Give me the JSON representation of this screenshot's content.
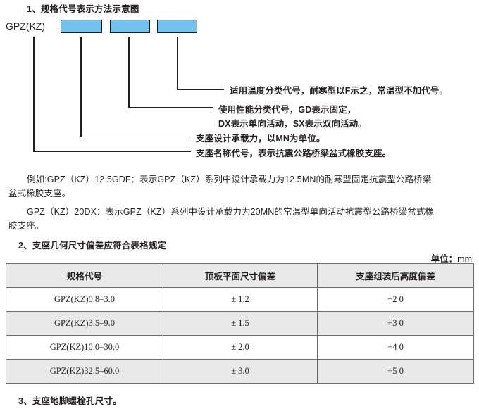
{
  "sections": {
    "heading_1": "1、规格代号表示方法示意图",
    "heading_2": "2、支座几何尺寸偏差应符合表格规定",
    "heading_3": "3、支座地脚螺栓孔尺寸。"
  },
  "diagram": {
    "prefix_label": "GPZ(KZ)",
    "box_color": "#72c2ec",
    "boxes": [
      {
        "name": "box-1",
        "value": ""
      },
      {
        "name": "box-2",
        "value": ""
      },
      {
        "name": "box-3",
        "value": ""
      }
    ],
    "annotations": [
      {
        "id": "anno-1",
        "text": "适用温度分类代号，耐寒型以F示之，常温型不加代号。"
      },
      {
        "id": "anno-2",
        "text": "使用性能分类代号，GD表示固定，"
      },
      {
        "id": "anno-2b",
        "text": "DX表示单向活动，SX表示双向活动。"
      },
      {
        "id": "anno-3",
        "text": "支座设计承载力，以MN为单位。"
      },
      {
        "id": "anno-4",
        "text": "支座名称代号，表示抗震公路桥梁盆式橡胶支座。"
      }
    ]
  },
  "paragraphs": {
    "example_1_line_1": "例如:GPZ（KZ）12.5GDF：表示GPZ（KZ）系列中设计承载力为12.5MN的耐寒型固定抗震型公路桥梁",
    "example_1_line_2": "盆式橡胶支座。",
    "example_2_line_1": "GPZ（KZ）20DX：表示GPZ（KZ）系列中设计承载力为20MN的常温型单向活动抗震型公路桥梁盆式橡",
    "example_2_line_2": "胶支座。"
  },
  "unit": {
    "label": "单位：",
    "value": "mm"
  },
  "table": {
    "headers": [
      "规格代号",
      "顶板平面尺寸偏差",
      "支座组装后高度偏差"
    ],
    "rows": [
      [
        "GPZ(KZ)0.8–3.0",
        "± 1.2",
        "+2  0"
      ],
      [
        "GPZ(KZ)3.5–9.0",
        "± 1.5",
        "+3  0"
      ],
      [
        "GPZ(KZ)10.0–30.0",
        "± 2.0",
        "+4  0"
      ],
      [
        "GPZ(KZ)32.5–60.0",
        "± 3.0",
        "+5  0"
      ]
    ]
  }
}
